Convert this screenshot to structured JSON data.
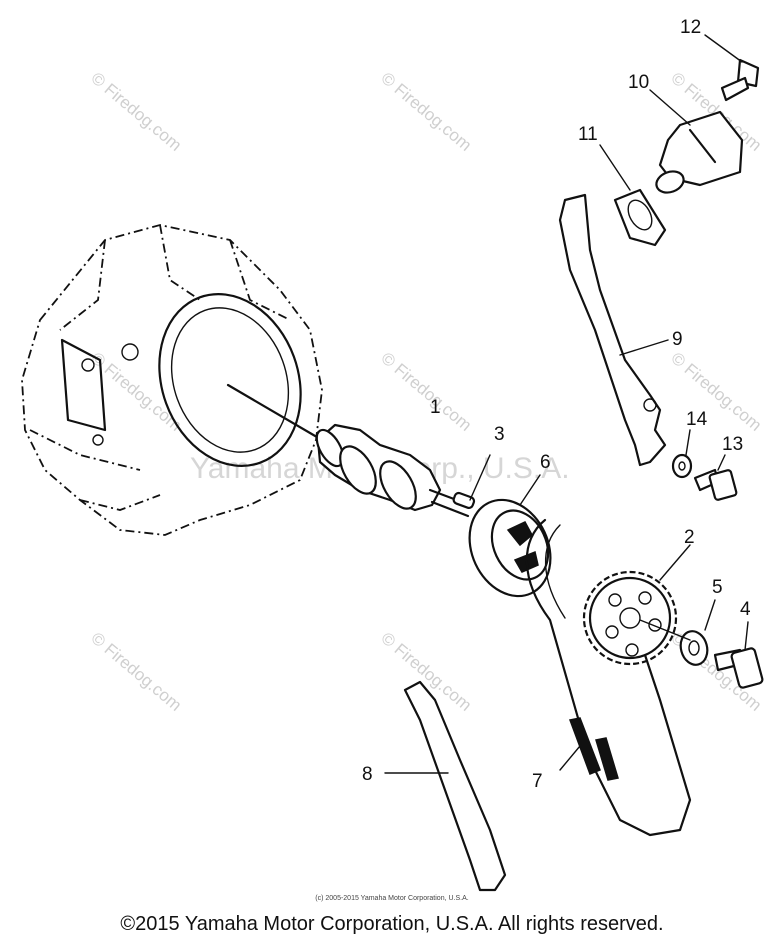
{
  "watermarks": {
    "site": "© Firedog.com",
    "center": "Yamaha Motor Corp., U.S.A."
  },
  "callouts": [
    "1",
    "2",
    "3",
    "4",
    "5",
    "6",
    "7",
    "8",
    "9",
    "10",
    "11",
    "12",
    "13",
    "14"
  ],
  "footer": {
    "small_note": "(c) 2005-2015 Yamaha Motor Corporation, U.S.A.",
    "copyright": "©2015 Yamaha Motor Corporation, U.S.A. All rights reserved."
  }
}
